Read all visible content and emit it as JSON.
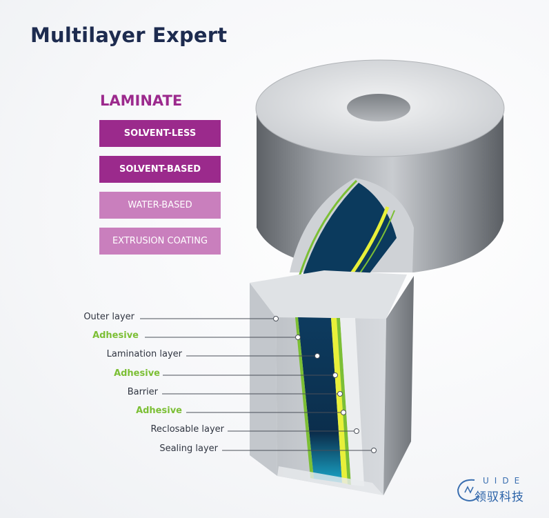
{
  "title": "Multilayer Expert",
  "laminate": {
    "heading": "LAMINATE",
    "options": [
      {
        "label": "SOLVENT-LESS",
        "style": "dark"
      },
      {
        "label": "SOLVENT-BASED",
        "style": "dark"
      },
      {
        "label": "WATER-BASED",
        "style": "light"
      },
      {
        "label": "EXTRUSION COATING",
        "style": "light"
      }
    ]
  },
  "layers": [
    {
      "label": "Outer layer",
      "adhesive": false
    },
    {
      "label": "Adhesive",
      "adhesive": true
    },
    {
      "label": "Lamination layer",
      "adhesive": false
    },
    {
      "label": "Adhesive",
      "adhesive": true
    },
    {
      "label": "Barrier",
      "adhesive": false
    },
    {
      "label": "Adhesive",
      "adhesive": true
    },
    {
      "label": "Reclosable layer",
      "adhesive": false
    },
    {
      "label": "Sealing layer",
      "adhesive": false
    }
  ],
  "logo": {
    "letters": "UIDE",
    "chinese": "领驭科技"
  },
  "colors": {
    "title": "#1d2b4f",
    "laminate_dark": "#9b2a8c",
    "laminate_light": "#c97fbd",
    "adhesive_green": "#7cbf35",
    "lamination_blue": "#0a3a5c",
    "barrier_yellow": "#e8f03a"
  }
}
